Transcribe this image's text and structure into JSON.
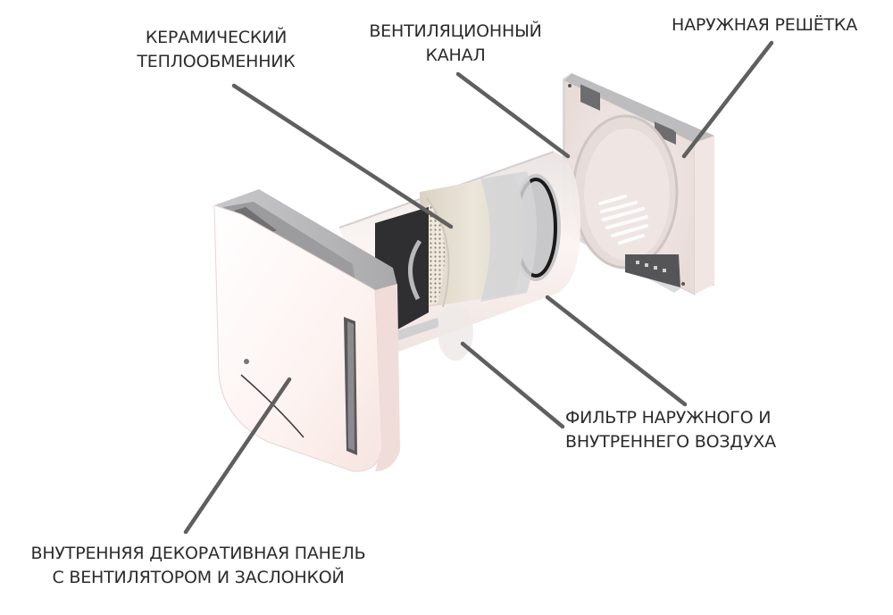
{
  "diagram": {
    "subject": "Decentralized wall ventilation unit with ceramic heat exchanger (exploded/cutaway view)",
    "line_color": "#5f5f5f",
    "text_color": "#2b2b2b",
    "labels": [
      {
        "id": "ceramic-heat-exchanger",
        "lines": [
          "КЕРАМИЧЕСКИЙ",
          "ТЕПЛООБМЕННИК"
        ]
      },
      {
        "id": "ventilation-channel",
        "lines": [
          "ВЕНТИЛЯЦИОННЫЙ",
          "КАНАЛ"
        ]
      },
      {
        "id": "outer-grille",
        "lines": [
          "НАРУЖНАЯ РЕШЁТКА"
        ]
      },
      {
        "id": "air-filter",
        "lines": [
          "ФИЛЬТР НАРУЖНОГО И",
          "ВНУТРЕННЕГО ВОЗДУХА"
        ]
      },
      {
        "id": "inner-panel",
        "lines": [
          "ВНУТРЕННЯЯ ДЕКОРАТИВНАЯ ПАНЕЛЬ",
          "С ВЕНТИЛЯТОРОМ И ЗАСЛОНКОЙ"
        ]
      }
    ],
    "components": [
      "inner decorative panel with fan and damper",
      "ventilation channel (pipe)",
      "ceramic heat exchanger",
      "air filters",
      "outer grille"
    ]
  }
}
